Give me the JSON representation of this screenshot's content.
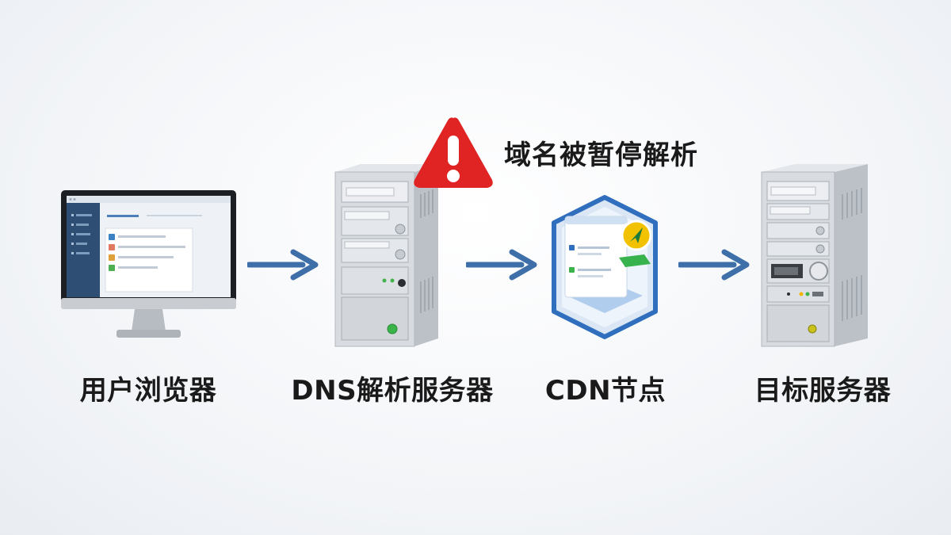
{
  "nodes": [
    {
      "id": "browser",
      "label": "用户浏览器"
    },
    {
      "id": "dns",
      "label": "DNS解析服务器"
    },
    {
      "id": "cdn",
      "label": "CDN节点"
    },
    {
      "id": "target",
      "label": "目标服务器"
    }
  ],
  "warning": {
    "text": "域名被暂停解析",
    "icon": "warning-triangle-icon"
  },
  "colors": {
    "arrow": "#3e6fa8",
    "warning": "#e02424",
    "screen_sidebar": "#2e4f73",
    "cdn_blue": "#2f6fbd"
  }
}
